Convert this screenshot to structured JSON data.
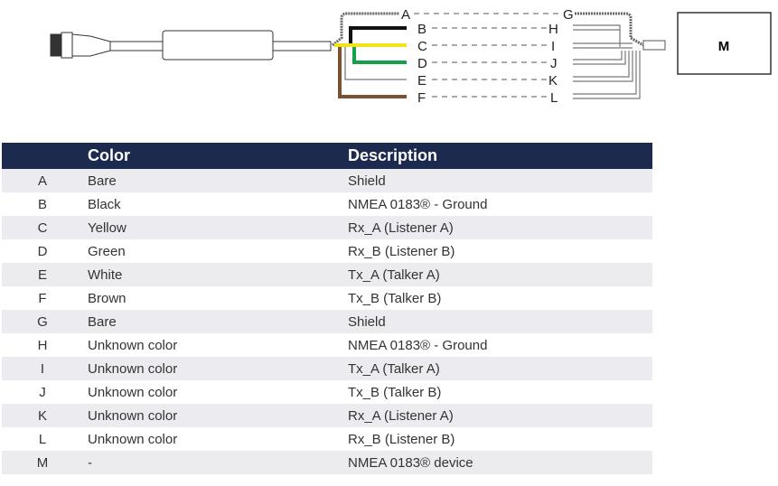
{
  "diagram": {
    "labels_left": [
      "A",
      "B",
      "C",
      "D",
      "E",
      "F"
    ],
    "labels_right": [
      "G",
      "H",
      "I",
      "J",
      "K",
      "L"
    ],
    "device_label": "M",
    "wire_colors": {
      "B": "#111111",
      "C": "#f2e318",
      "D": "#17a04a",
      "E": "#ffffff",
      "F": "#7a5232"
    }
  },
  "table": {
    "headers": [
      "",
      "Color",
      "Description"
    ],
    "rows": [
      {
        "id": "A",
        "color": "Bare",
        "description": "Shield"
      },
      {
        "id": "B",
        "color": "Black",
        "description": "NMEA 0183® - Ground"
      },
      {
        "id": "C",
        "color": "Yellow",
        "description": "Rx_A (Listener A)"
      },
      {
        "id": "D",
        "color": "Green",
        "description": "Rx_B (Listener B)"
      },
      {
        "id": "E",
        "color": "White",
        "description": "Tx_A (Talker A)"
      },
      {
        "id": "F",
        "color": "Brown",
        "description": "Tx_B (Talker B)"
      },
      {
        "id": "G",
        "color": "Bare",
        "description": "Shield"
      },
      {
        "id": "H",
        "color": "Unknown color",
        "description": "NMEA 0183® - Ground"
      },
      {
        "id": "I",
        "color": "Unknown color",
        "description": "Tx_A (Talker A)"
      },
      {
        "id": "J",
        "color": "Unknown color",
        "description": "Tx_B (Talker B)"
      },
      {
        "id": "K",
        "color": "Unknown color",
        "description": "Rx_A (Listener A)"
      },
      {
        "id": "L",
        "color": "Unknown color",
        "description": "Rx_B (Listener B)"
      },
      {
        "id": "M",
        "color": "-",
        "description": "NMEA 0183® device"
      }
    ]
  }
}
